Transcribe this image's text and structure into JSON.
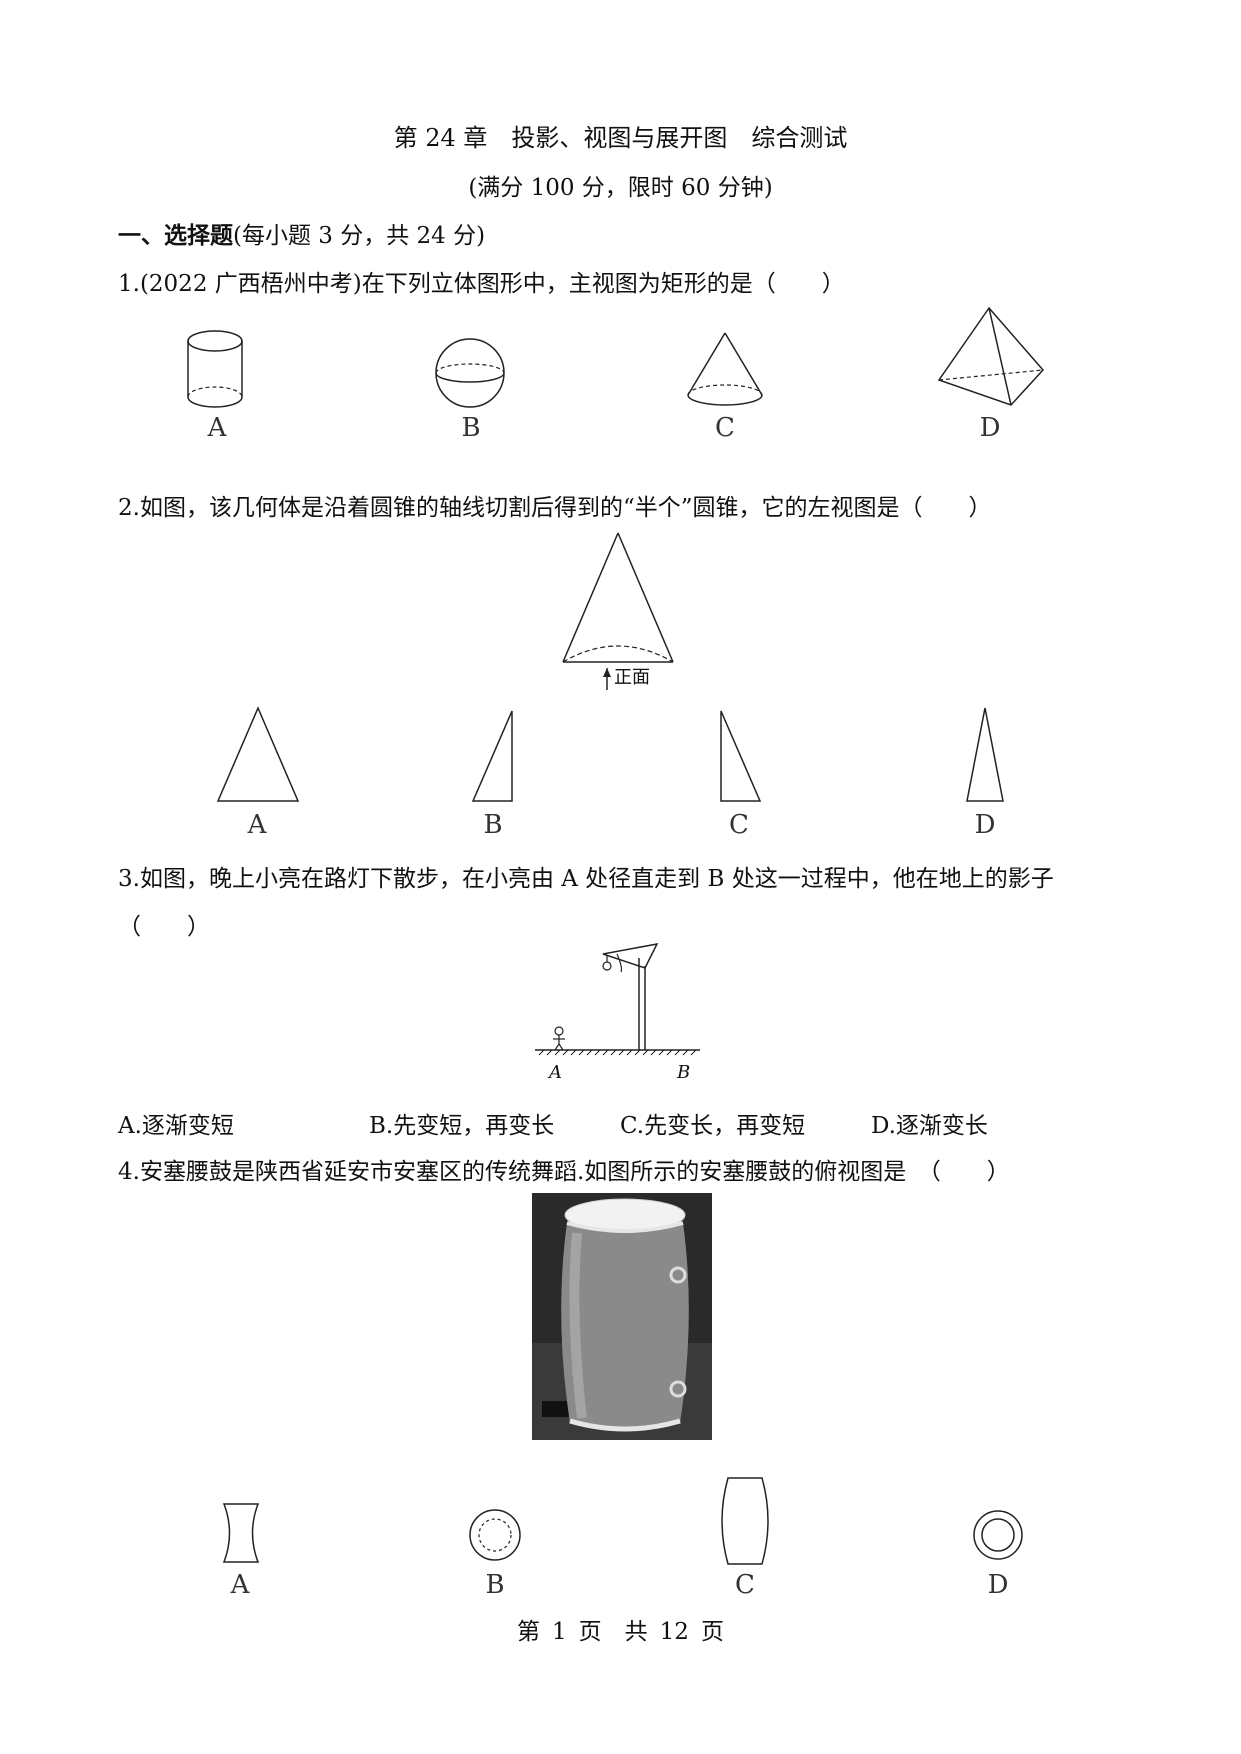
{
  "title": "第 24 章　投影、视图与展开图　综合测试",
  "subtitle": "(满分 100 分，限时 60 分钟)",
  "section": {
    "heading": "一、选择题",
    "note": "(每小题 3 分，共 24 分)"
  },
  "questions": [
    {
      "text": "1.(2022 广西梧州中考)在下列立体图形中，主视图为矩形的是（　　）",
      "options": [
        "A",
        "B",
        "C",
        "D"
      ],
      "option_shapes": [
        "cylinder",
        "sphere",
        "cone",
        "pyramid"
      ]
    },
    {
      "text": "2.如图，该几何体是沿着圆锥的轴线切割后得到的“半个”圆锥，它的左视图是（　　）",
      "figure_label": "正面",
      "options": [
        "A",
        "B",
        "C",
        "D"
      ],
      "option_shapes": [
        "isosceles-triangle",
        "right-triangle-right",
        "right-triangle-left",
        "narrow-triangle"
      ]
    },
    {
      "text": "3.如图，晚上小亮在路灯下散步，在小亮由 A 处径直走到 B 处这一过程中，他在地上的影子",
      "text_cont": "（　　）",
      "figure_points": [
        "A",
        "B"
      ],
      "choices": [
        "A.逐渐变短",
        "B.先变短，再变长",
        "C.先变长，再变短",
        "D.逐渐变长"
      ]
    },
    {
      "text": "4.安塞腰鼓是陕西省延安市安塞区的传统舞蹈.如图所示的安塞腰鼓的俯视图是　（　　）",
      "options": [
        "A",
        "B",
        "C",
        "D"
      ],
      "option_shapes": [
        "concave-sides",
        "circle-dashed-inner",
        "barrel-outline",
        "concentric-circles"
      ]
    }
  ],
  "footer": {
    "prefix": "第",
    "page": "1",
    "middle": "页　共",
    "total": "12",
    "suffix": "页"
  }
}
